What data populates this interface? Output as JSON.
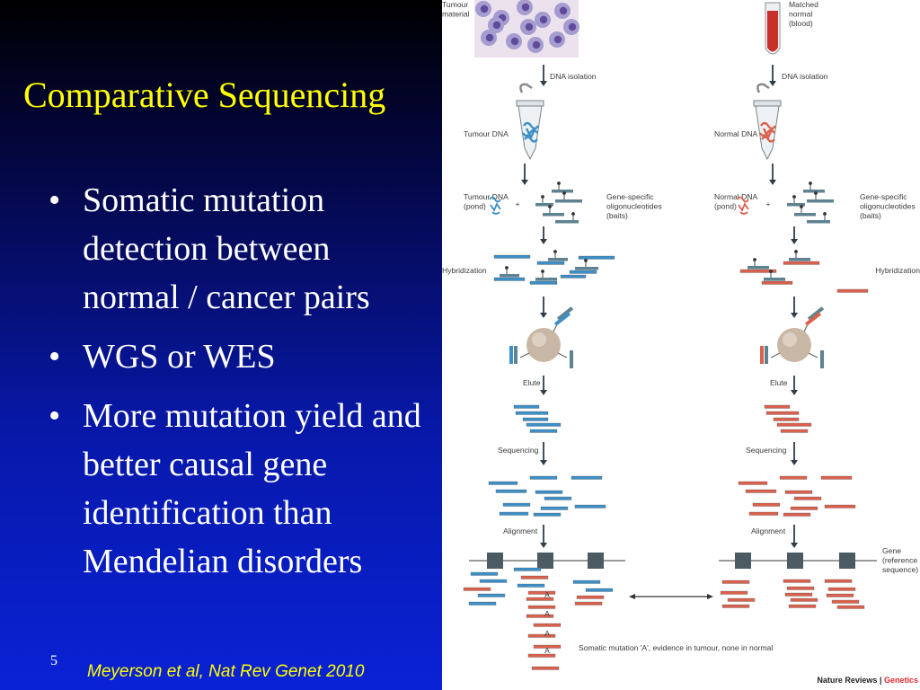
{
  "slide": {
    "title": "Comparative Sequencing",
    "bullets": [
      "Somatic mutation detection between normal / cancer pairs",
      "WGS or WES",
      "More mutation yield and better causal gene identification than Mendelian disorders"
    ],
    "bullet_glyph": "•",
    "page_number": "5",
    "citation": "Meyerson et al, Nat Rev Genet 2010"
  },
  "figure": {
    "left": {
      "source": "Tumour\nmaterial",
      "dna_isolation": "DNA isolation",
      "dna": "Tumour DNA",
      "pond": "Tumour DNA\n(pond)",
      "baits": "Gene-specific\noligonucleotides\n(baits)",
      "hybridization": "Hybridization",
      "elute": "Elute",
      "sequencing": "Sequencing",
      "alignment": "Alignment"
    },
    "right": {
      "source": "Matched\nnormal\n(blood)",
      "dna_isolation": "DNA isolation",
      "dna": "Normal DNA",
      "pond": "Normal DNA\n(pond)",
      "baits": "Gene-specific\noligonucleotides\n(baits)",
      "hybridization": "Hybridization",
      "elute": "Elute",
      "sequencing": "Sequencing",
      "alignment": "Alignment",
      "gene": "Gene\n(reference\nsequence)"
    },
    "mutation_note": "Somatic mutation 'A', evidence in tumour, none in normal",
    "mutation_base": "A",
    "credit_main": "Nature Reviews",
    "credit_sep": " | ",
    "credit_accent": "Genetics",
    "colors": {
      "tumour": "#3d8fc6",
      "normal": "#d9614e",
      "bait": "#5f8290",
      "arrow": "#2e3d4a",
      "bead": "#c9b7a6",
      "blood": "#c8302a"
    }
  }
}
